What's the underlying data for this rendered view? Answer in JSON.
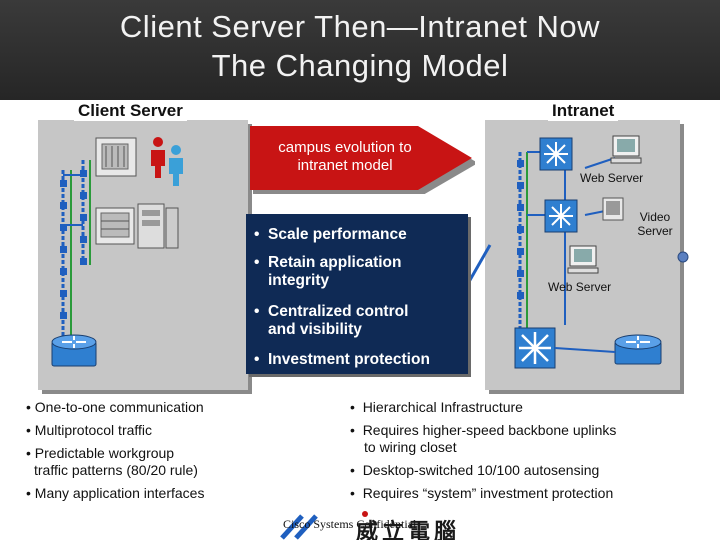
{
  "slide": {
    "title_line1": "Client Server Then—Intranet Now",
    "title_line2": "The Changing Model"
  },
  "panels": {
    "left_label": "Client Server",
    "right_label": "Intranet"
  },
  "arrow": {
    "text_line1": "campus evolution to",
    "text_line2": "intranet model"
  },
  "highlight_bullets": [
    {
      "line1": "Scale performance",
      "line2": ""
    },
    {
      "line1": "Retain application",
      "line2": "integrity"
    },
    {
      "line1": "Centralized control",
      "line2": "and visibility"
    },
    {
      "line1": "Investment protection",
      "line2": ""
    }
  ],
  "right_captions": {
    "web_server_top": "Web Server",
    "video_server_line1": "Video",
    "video_server_line2": "Server",
    "web_server_bottom": "Web Server"
  },
  "left_list": [
    {
      "line1": "One-to-one communication",
      "line2": ""
    },
    {
      "line1": "Multiprotocol traffic",
      "line2": ""
    },
    {
      "line1": "Predictable workgroup",
      "line2": "traffic patterns (80/20 rule)"
    },
    {
      "line1": "Many application interfaces",
      "line2": ""
    }
  ],
  "right_list": [
    {
      "line1": "Hierarchical Infrastructure",
      "line2": ""
    },
    {
      "line1": "Requires higher-speed backbone uplinks",
      "line2": "to wiring closet"
    },
    {
      "line1": "Desktop-switched 10/100 autosensing",
      "line2": ""
    },
    {
      "line1": "Requires “system” investment protection",
      "line2": ""
    }
  ],
  "footer": {
    "text": "Cisco Systems Confidential",
    "logo_glyphs": "威立電腦"
  },
  "colors": {
    "title_bg": "#2f2f2f",
    "arrow_red": "#c81414",
    "bullet_box_bg": "#0f2a55",
    "panel_gray": "#c6c6c6",
    "network_blue": "#1f5fbf"
  },
  "icons": [
    "server-icon",
    "person-icon",
    "router-icon",
    "switch-icon",
    "computer-icon",
    "bullet-dot"
  ]
}
